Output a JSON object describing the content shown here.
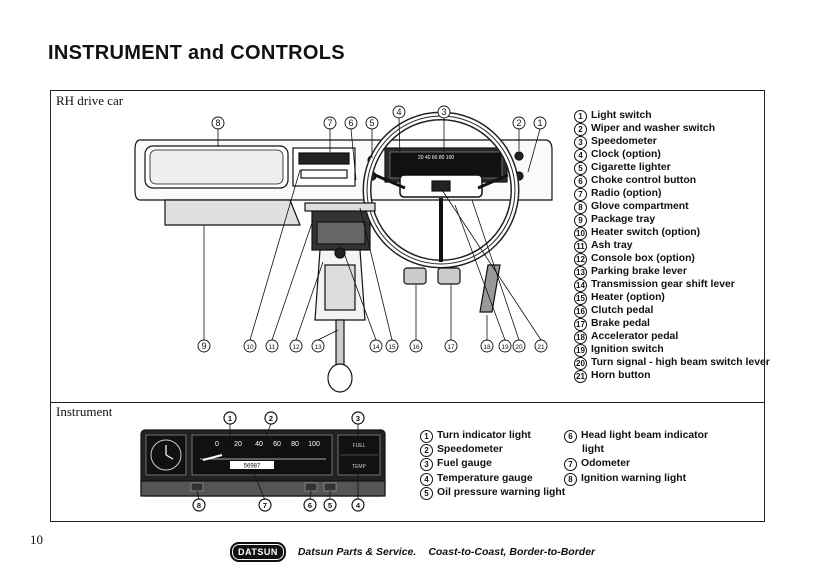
{
  "page": {
    "title": "INSTRUMENT and CONTROLS",
    "page_number": "10"
  },
  "controls_section": {
    "label": "RH drive car",
    "legend": [
      {
        "num": "1",
        "text": "Light switch"
      },
      {
        "num": "2",
        "text": "Wiper and washer switch"
      },
      {
        "num": "3",
        "text": "Speedometer"
      },
      {
        "num": "4",
        "text": "Clock (option)"
      },
      {
        "num": "5",
        "text": "Cigarette lighter"
      },
      {
        "num": "6",
        "text": "Choke control button"
      },
      {
        "num": "7",
        "text": "Radio (option)"
      },
      {
        "num": "8",
        "text": "Glove compartment"
      },
      {
        "num": "9",
        "text": "Package tray"
      },
      {
        "num": "10",
        "text": "Heater switch (option)"
      },
      {
        "num": "11",
        "text": "Ash tray"
      },
      {
        "num": "12",
        "text": "Console box (option)"
      },
      {
        "num": "13",
        "text": "Parking brake lever"
      },
      {
        "num": "14",
        "text": "Transmission gear shift lever"
      },
      {
        "num": "15",
        "text": "Heater (option)"
      },
      {
        "num": "16",
        "text": "Clutch pedal"
      },
      {
        "num": "17",
        "text": "Brake pedal"
      },
      {
        "num": "18",
        "text": "Accelerator pedal"
      },
      {
        "num": "19",
        "text": "Ignition switch"
      },
      {
        "num": "20",
        "text": "Turn signal - high beam switch lever"
      },
      {
        "num": "21",
        "text": "Horn button"
      }
    ],
    "callouts_top": [
      "8",
      "7",
      "6",
      "5",
      "4",
      "3",
      "2",
      "1"
    ],
    "callouts_bottom": [
      "9",
      "10",
      "11",
      "12",
      "13",
      "14",
      "15",
      "16",
      "17",
      "18",
      "19",
      "20",
      "21"
    ]
  },
  "instrument_section": {
    "label": "Instrument",
    "legend_left": [
      {
        "num": "1",
        "text": "Turn indicator light"
      },
      {
        "num": "2",
        "text": "Speedometer"
      },
      {
        "num": "3",
        "text": "Fuel gauge"
      },
      {
        "num": "4",
        "text": "Temperature gauge"
      },
      {
        "num": "5",
        "text": "Oil pressure warning light"
      }
    ],
    "legend_right": [
      {
        "num": "6",
        "text": "Head light beam indicator",
        "cont": "light"
      },
      {
        "num": "7",
        "text": "Odometer"
      },
      {
        "num": "8",
        "text": "Ignition warning light"
      }
    ],
    "speedo_scale": [
      "0",
      "20",
      "40",
      "60",
      "80",
      "100"
    ],
    "odometer": "56987",
    "gauge_fuel_label": "FUEL",
    "gauge_temp_label": "TEMP",
    "callouts": [
      "1",
      "2",
      "3",
      "8",
      "7",
      "6",
      "5",
      "4"
    ]
  },
  "footer": {
    "logo": "DATSUN",
    "text_left": "Datsun Parts & Service.",
    "text_right": "Coast-to-Coast, Border-to-Border"
  }
}
